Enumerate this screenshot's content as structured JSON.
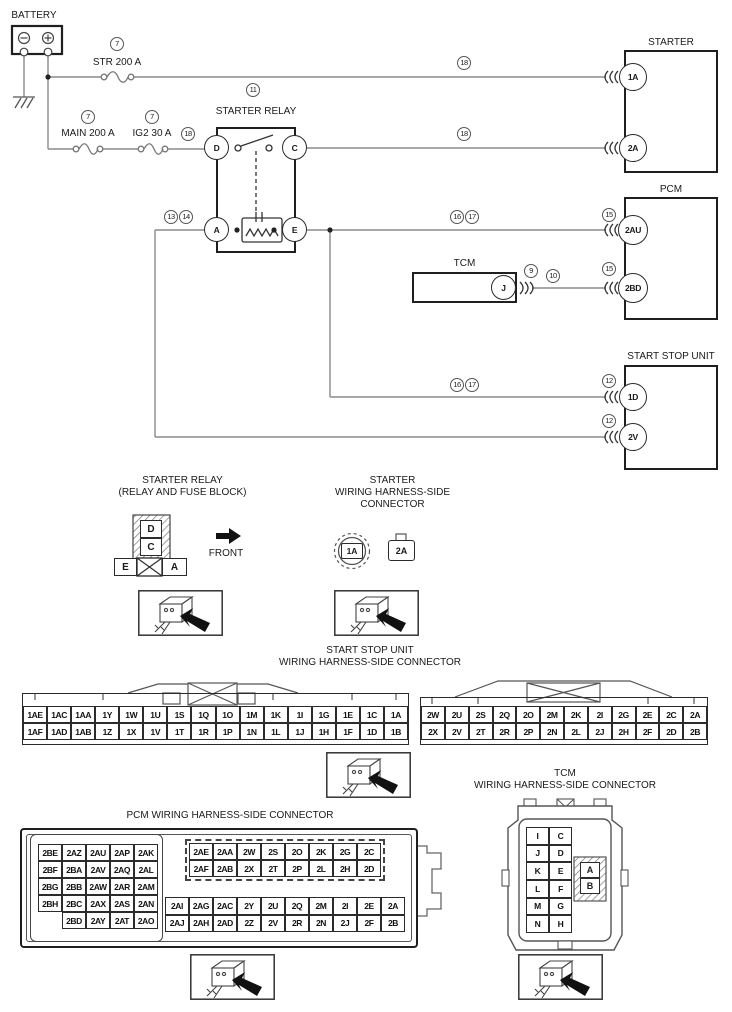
{
  "diagram": {
    "battery": {
      "label": "BATTERY"
    },
    "fuses": {
      "str": {
        "callout": "7",
        "label": "STR 200 A"
      },
      "main": {
        "callout": "7",
        "label": "MAIN 200 A"
      },
      "ig2": {
        "callout": "7",
        "label": "IG2 30 A"
      }
    },
    "relay": {
      "callout": "11",
      "label": "STARTER RELAY",
      "pin_d": "D",
      "pin_c": "C",
      "pin_a": "A",
      "pin_e": "E"
    },
    "callouts": {
      "wire_d": "18",
      "wire_1a": "18",
      "wire_2a": "18",
      "wire_a_1": "13",
      "wire_a_2": "14",
      "wire_e_1": "16",
      "wire_e_2": "17",
      "wire_1d_1": "16",
      "wire_1d_2": "17",
      "pcm_2au": "15",
      "pcm_2bd": "15",
      "tcm_1": "9",
      "tcm_2": "10",
      "ssu_1d": "12",
      "ssu_2v": "12"
    },
    "starter": {
      "label": "STARTER",
      "pin_1a": "1A",
      "pin_2a": "2A"
    },
    "pcm": {
      "label": "PCM",
      "pin_2au": "2AU",
      "pin_2bd": "2BD"
    },
    "tcm": {
      "label": "TCM",
      "pin_j": "J"
    },
    "ssu": {
      "label": "START STOP UNIT",
      "pin_1d": "1D",
      "pin_2v": "2V"
    }
  },
  "relay_block": {
    "title": "STARTER RELAY\n(RELAY AND FUSE BLOCK)",
    "cell_d": "D",
    "cell_c": "C",
    "cell_e": "E",
    "cell_a": "A",
    "front_label": "FRONT"
  },
  "starter_connector": {
    "title": "STARTER\nWIRING HARNESS-SIDE\nCONNECTOR",
    "pin_1a": "1A",
    "pin_2a": "2A"
  },
  "ssu_connector": {
    "title": "START STOP UNIT\nWIRING HARNESS-SIDE CONNECTOR",
    "left_grid": [
      [
        "1AE",
        "1AC",
        "1AA",
        "1Y",
        "1W",
        "1U",
        "1S",
        "1Q",
        "1O",
        "1M",
        "1K",
        "1I",
        "1G",
        "1E",
        "1C",
        "1A"
      ],
      [
        "1AF",
        "1AD",
        "1AB",
        "1Z",
        "1X",
        "1V",
        "1T",
        "1R",
        "1P",
        "1N",
        "1L",
        "1J",
        "1H",
        "1F",
        "1D",
        "1B"
      ]
    ],
    "right_grid": [
      [
        "2W",
        "2U",
        "2S",
        "2Q",
        "2O",
        "2M",
        "2K",
        "2I",
        "2G",
        "2E",
        "2C",
        "2A"
      ],
      [
        "2X",
        "2V",
        "2T",
        "2R",
        "2P",
        "2N",
        "2L",
        "2J",
        "2H",
        "2F",
        "2D",
        "2B"
      ]
    ]
  },
  "pcm_connector": {
    "title": "PCM WIRING HARNESS-SIDE CONNECTOR",
    "left_grid": [
      [
        "2BE",
        "2AZ",
        "2AU",
        "2AP",
        "2AK"
      ],
      [
        "2BF",
        "2BA",
        "2AV",
        "2AQ",
        "2AL"
      ],
      [
        "2BG",
        "2BB",
        "2AW",
        "2AR",
        "2AM"
      ],
      [
        "2BH",
        "2BC",
        "2AX",
        "2AS",
        "2AN"
      ],
      [
        "",
        "2BD",
        "2AY",
        "2AT",
        "2AO"
      ]
    ],
    "top_right_grid": [
      [
        "2AE",
        "2AA",
        "2W",
        "2S",
        "2O",
        "2K",
        "2G",
        "2C"
      ],
      [
        "2AF",
        "2AB",
        "2X",
        "2T",
        "2P",
        "2L",
        "2H",
        "2D"
      ]
    ],
    "bottom_right_grid": [
      [
        "2AI",
        "2AG",
        "2AC",
        "2Y",
        "2U",
        "2Q",
        "2M",
        "2I",
        "2E",
        "2A"
      ],
      [
        "2AJ",
        "2AH",
        "2AD",
        "2Z",
        "2V",
        "2R",
        "2N",
        "2J",
        "2F",
        "2B"
      ]
    ]
  },
  "tcm_connector": {
    "title": "TCM\nWIRING HARNESS-SIDE CONNECTOR",
    "grid": [
      [
        "I",
        "C"
      ],
      [
        "J",
        "D"
      ],
      [
        "K",
        "E"
      ],
      [
        "L",
        "F"
      ],
      [
        "M",
        "G"
      ],
      [
        "N",
        "H"
      ]
    ],
    "aux_a": "A",
    "aux_b": "B"
  }
}
